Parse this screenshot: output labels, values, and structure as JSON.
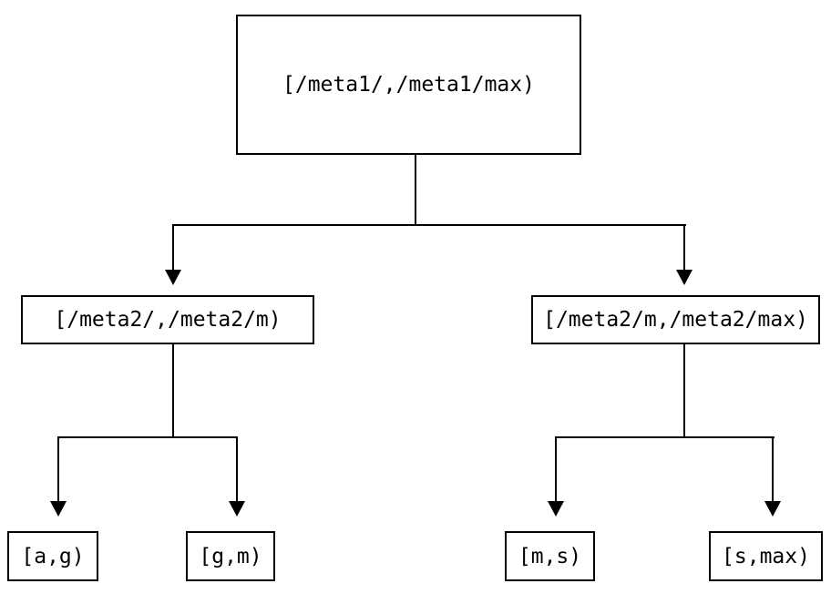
{
  "diagram": {
    "type": "tree",
    "nodes": {
      "root": {
        "label": "[/meta1/,/meta1/max)"
      },
      "meta2_low": {
        "label": "[/meta2/,/meta2/m)"
      },
      "meta2_high": {
        "label": "[/meta2/m,/meta2/max)"
      },
      "leaf_ag": {
        "label": "[a,g)"
      },
      "leaf_gm": {
        "label": "[g,m)"
      },
      "leaf_ms": {
        "label": "[m,s)"
      },
      "leaf_smax": {
        "label": "[s,max)"
      }
    },
    "edges": [
      {
        "from": "root",
        "to": "meta2_low"
      },
      {
        "from": "root",
        "to": "meta2_high"
      },
      {
        "from": "meta2_low",
        "to": "leaf_ag"
      },
      {
        "from": "meta2_low",
        "to": "leaf_gm"
      },
      {
        "from": "meta2_high",
        "to": "leaf_ms"
      },
      {
        "from": "meta2_high",
        "to": "leaf_smax"
      }
    ],
    "colors": {
      "line": "#000000",
      "box_border": "#000000",
      "text": "#000000",
      "background": "#ffffff"
    }
  }
}
